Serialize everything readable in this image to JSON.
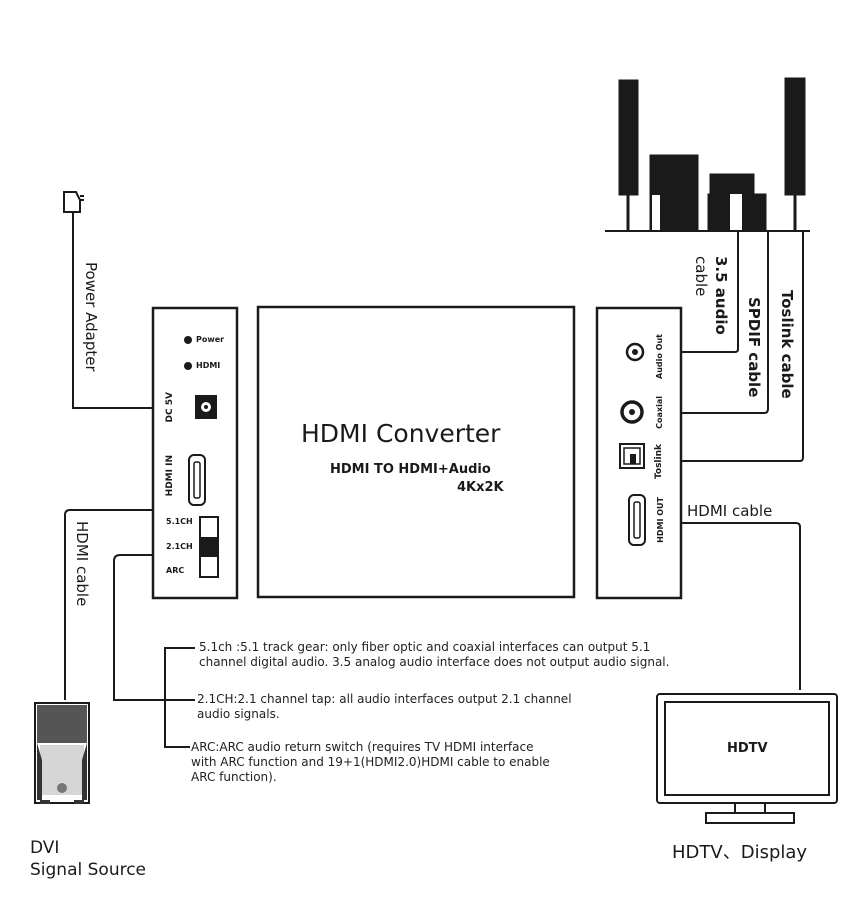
{
  "title": "HDMI Converter",
  "subtitle": "HDMI TO HDMI+Audio",
  "resolution": "4Kx2K",
  "left_panel": {
    "led_power": "Power",
    "led_hdmi": "HDMI",
    "dc_label": "DC 5V",
    "hdmi_in_label": "HDMI IN",
    "switch_options": [
      "5.1CH",
      "2.1CH",
      "ARC"
    ],
    "switch_selected": "2.1CH"
  },
  "right_panel": {
    "audio_out_label": "Audio Out",
    "coaxial_label": "Coaxial",
    "toslink_label": "Toslink",
    "hdmi_out_label": "HDMI OUT"
  },
  "cables": {
    "power_adapter": "Power Adapter",
    "hdmi_in_cable": "HDMI cable",
    "audio_35": [
      "3.5 audio",
      "cable"
    ],
    "spdif": "SPDIF cable",
    "toslink": "Toslink cable",
    "hdmi_out_cable": "HDMI cable"
  },
  "notes": [
    {
      "lines": [
        "5.1ch :5.1 track gear: only fiber optic and coaxial interfaces can output 5.1",
        "channel digital audio. 3.5 analog audio interface does not output audio signal."
      ]
    },
    {
      "lines": [
        "2.1CH:2.1 channel tap: all audio interfaces output 2.1 channel",
        "audio signals."
      ]
    },
    {
      "lines": [
        "ARC:ARC audio return switch (requires TV HDMI interface",
        "with ARC function and 19+1(HDMI2.0)HDMI cable to enable",
        "ARC function)."
      ]
    }
  ],
  "devices": {
    "source": {
      "line1": "DVI",
      "line2": "Signal Source"
    },
    "tv": {
      "screen_label": "HDTV",
      "caption": "HDTV、Display"
    }
  },
  "colors": {
    "ink": "#1a1a1a",
    "background": "#ffffff"
  }
}
